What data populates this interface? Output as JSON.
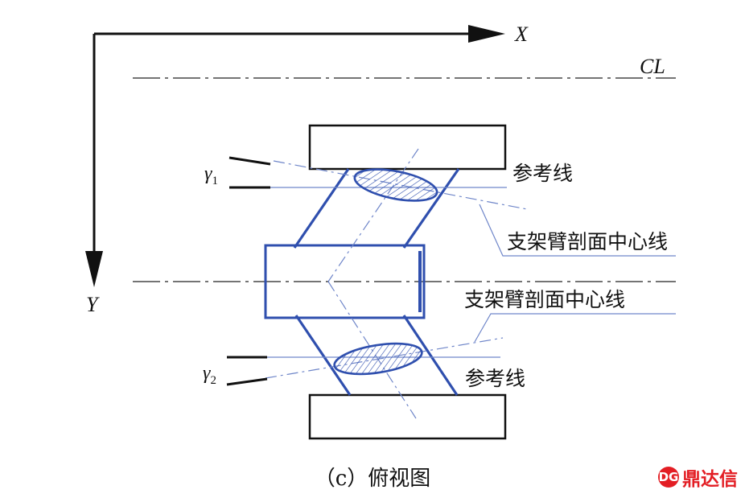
{
  "axes": {
    "x_label": "X",
    "y_label": "Y",
    "centerline_label": "CL"
  },
  "labels": {
    "gamma1": "γ",
    "gamma1_sub": "1",
    "gamma2": "γ",
    "gamma2_sub": "2",
    "reference_line_top": "参考线",
    "section_centerline_top": "支架臂剖面中心线",
    "section_centerline_bottom": "支架臂剖面中心线",
    "reference_line_bottom": "参考线"
  },
  "caption": "（c）俯视图",
  "watermark": {
    "badge": "DG",
    "text": "鼎达信"
  },
  "colors": {
    "ink": "#111111",
    "blue": "#2f4fae",
    "light_blue": "#6f86c9",
    "watermark": "#e31e24"
  }
}
